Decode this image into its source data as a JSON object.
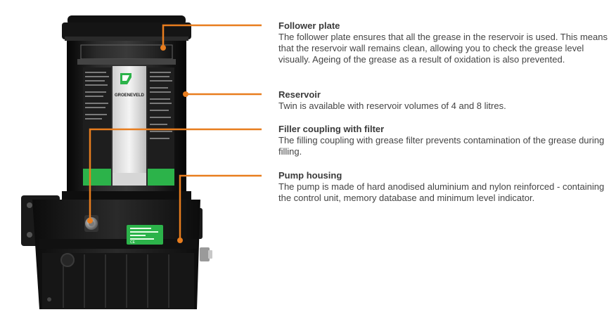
{
  "colors": {
    "leader": "#e87d1e",
    "label_green": "#2cb34a",
    "housing": "#1b1b1b",
    "text": "#3a3a3a"
  },
  "product_label": {
    "brand": "GROENEVELD"
  },
  "callouts": [
    {
      "title": "Follower plate",
      "text": "The follower plate ensures that all the grease in the reservoir is used. This means that the reservoir wall remains clean, allowing you to check the grease level visually. Ageing of the grease as a result of oxidation is also prevented."
    },
    {
      "title": "Reservoir",
      "text": "Twin is available with reservoir volumes of 4 and 8 litres."
    },
    {
      "title": "Filler coupling with filter",
      "text": "The filling coupling with grease filter prevents contamination of the grease during filling."
    },
    {
      "title": "Pump housing",
      "text": "The pump is made of hard anodised aluminium and nylon reinforced - containing the control unit, memory database and minimum level indicator."
    }
  ],
  "icons": [
    "bolt-icon",
    "drain-plug-icon",
    "connector-fitting-icon",
    "ce-mark-icon"
  ]
}
